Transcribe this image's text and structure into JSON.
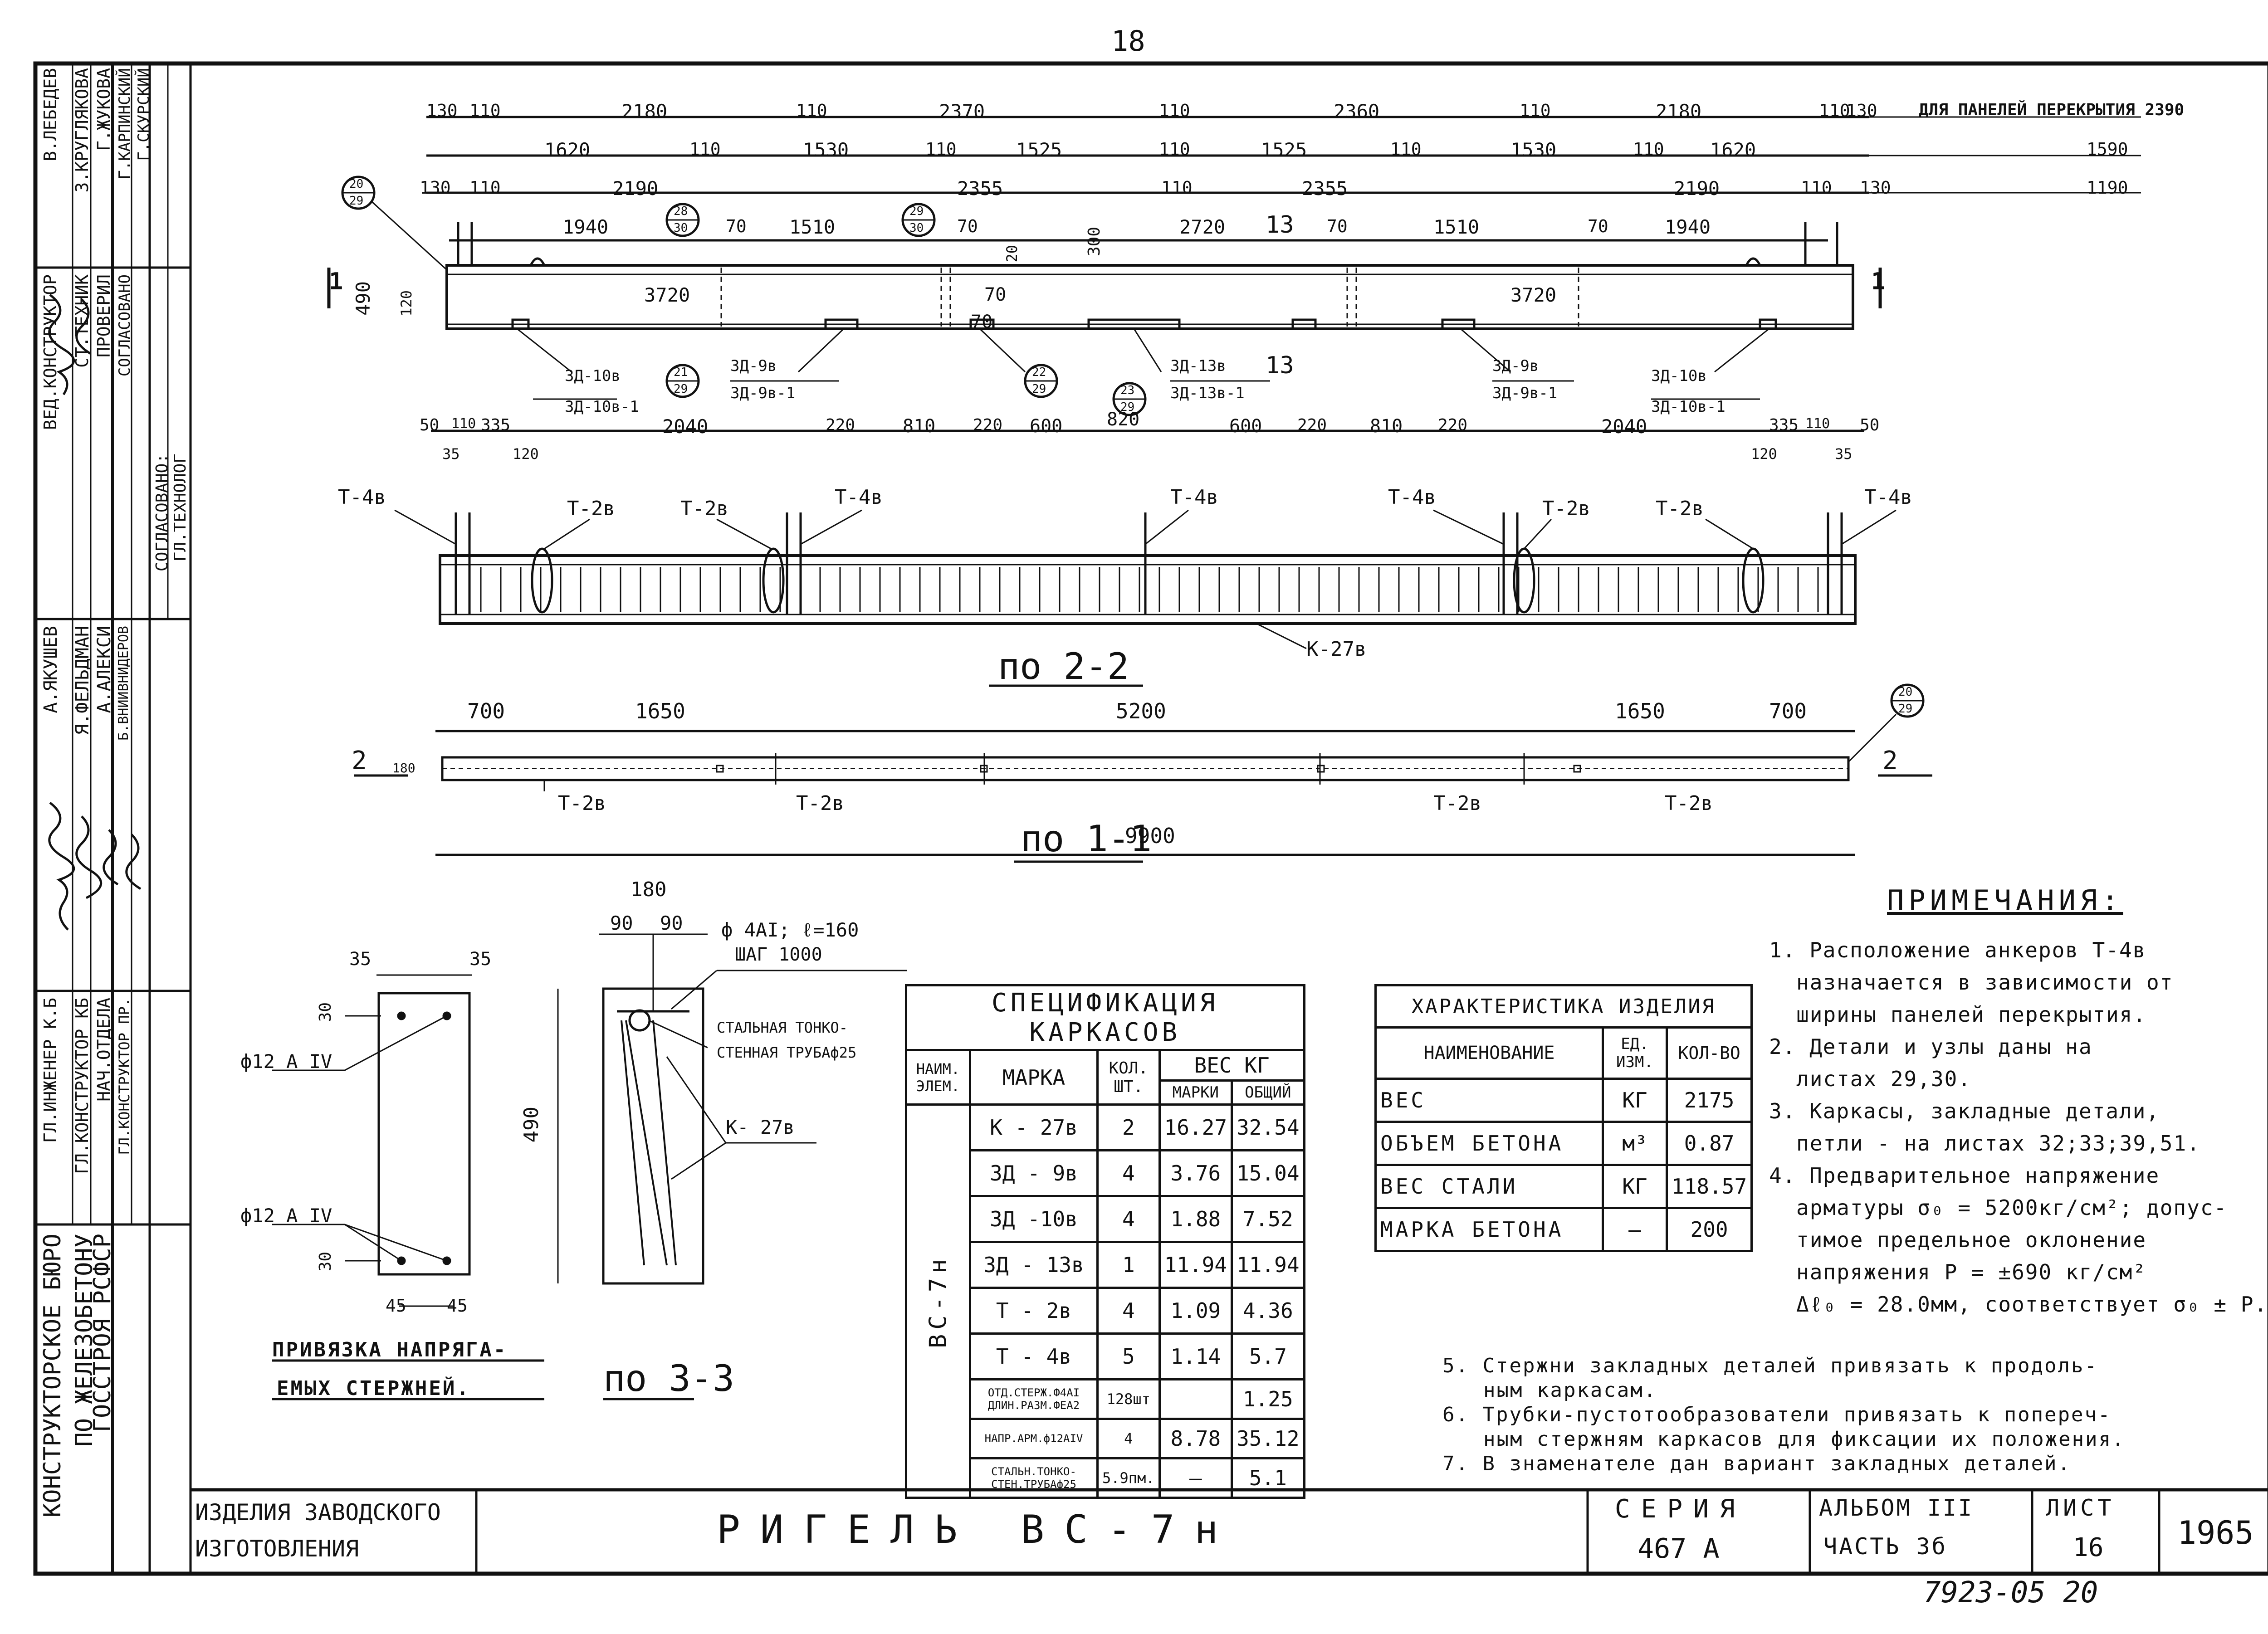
{
  "page_number": "18",
  "stamp_number": "7923-05 20",
  "left_strip": {
    "org": [
      "КОНСТРУКТОРСКОЕ БЮРО",
      "ПО ЖЕЛЕЗОБЕТОНУ",
      "ГОССТРОЯ РСФСР"
    ],
    "roles": [
      "ГЛ.ИНЖЕНЕР К.Б",
      "ГЛ.КОНСТРУКТОР КБ",
      "НАЧ.ОТДЕЛА",
      "ГЛ.КОНСТРУКТОР ПР."
    ],
    "names1": [
      "А.ЯКУШЕВ",
      "Я.ФЕЛЬДМАН",
      "А.АЛЕКСИ",
      "Б.ВНИИВНИДЕРОВ"
    ],
    "roles2": [
      "ВЕД.КОНСТРУКТОР",
      "СТ.ТЕХНИК",
      "ПРОВЕРИЛ",
      "СОГЛАСОВАНО"
    ],
    "names2": [
      "В.ЛЕБЕДЕВ",
      "З.КРУГЛЯКОВА",
      "Г.ЖУКОВА",
      "Г.КАРПИНСКИЙ",
      "Г.СКУРСКИЙ"
    ],
    "agreed": [
      "СОГЛАСОВАНО:",
      "ГЛ.ТЕХНОЛОГ"
    ]
  },
  "title_block": {
    "left": [
      "ИЗДЕЛИЯ ЗАВОДСКОГО",
      "ИЗГОТОВЛЕНИЯ"
    ],
    "title": "РИГЕЛЬ ВС-7н",
    "series_label": "СЕРИЯ",
    "series": "467 А",
    "album": "АЛЬБОМ III",
    "part": "ЧАСТЬ 3б",
    "sheet_label": "ЛИСТ",
    "sheet": "16",
    "year": "1965"
  },
  "elevation": {
    "top_dims_1": [
      "130",
      "110",
      "2180",
      "110",
      "2370",
      "110",
      "2360",
      "110",
      "2180",
      "110",
      "130"
    ],
    "note_2390": "ДЛЯ ПАНЕЛЕЙ ПЕРЕКРЫТИЯ 2390",
    "top_dims_2": [
      "1620",
      "110",
      "1530",
      "110",
      "1525",
      "110",
      "1525",
      "110",
      "1530",
      "110",
      "1620"
    ],
    "d1590": "1590",
    "top_dims_3": [
      "130",
      "110",
      "2190",
      "2355",
      "110",
      "2355",
      "2190",
      "110",
      "130"
    ],
    "d1190": "1190",
    "top_dims_4": [
      "1940",
      "70",
      "1510",
      "70",
      "2720",
      "13",
      "70",
      "1510",
      "70",
      "1940"
    ],
    "d300": "300",
    "d20": "20",
    "d490": "490",
    "d120": "120",
    "d3720": "3720",
    "d70": "70",
    "d70b": "70",
    "bubbles": [
      [
        "20",
        "29"
      ],
      [
        "28",
        "30"
      ],
      [
        "29",
        "30"
      ],
      [
        "21",
        "29"
      ],
      [
        "22",
        "29"
      ],
      [
        "23",
        "29"
      ]
    ],
    "parts": [
      "3Д-10в",
      "3Д-10в-1",
      "3Д-9в",
      "3Д-9в-1",
      "3Д-13в",
      "3Д-13в-1",
      "3Д-9в",
      "3Д-9в-1",
      "3Д-10в",
      "3Д-10в-1"
    ],
    "bot_dims": [
      "50",
      "110",
      "335",
      "2040",
      "220",
      "810",
      "220",
      "600",
      "820",
      "600",
      "220",
      "810",
      "220",
      "2040",
      "335",
      "110",
      "50"
    ],
    "bot_small": [
      "35",
      "120",
      "120",
      "35"
    ],
    "sec": "1",
    "mark13": "13"
  },
  "section22": {
    "labels": [
      "Т-4в",
      "Т-2в",
      "Т-2в",
      "Т-4в",
      "Т-4в",
      "Т-4в",
      "Т-2в",
      "Т-2в",
      "Т-4в"
    ],
    "k27": "К-27в",
    "caption": "по 2-2"
  },
  "plan11": {
    "dims": [
      "700",
      "1650",
      "5200",
      "1650",
      "700"
    ],
    "total": "9900",
    "d180": "180",
    "t2": [
      "Т-2в",
      "Т-2в",
      "Т-2в",
      "Т-2в"
    ],
    "cut": "2",
    "bubble": [
      "20",
      "29"
    ],
    "caption": "по 1-1"
  },
  "binding": {
    "d35a": "35",
    "d35b": "35",
    "d30a": "30",
    "d30b": "30",
    "d45a": "45",
    "d45b": "45",
    "bar1": "ф12 А IV",
    "bar2": "ф12 А IV",
    "caption": [
      "ПРИВЯЗКА НАПРЯГА-",
      "ЕМЫХ СТЕРЖНЕЙ."
    ]
  },
  "section33": {
    "d180": "180",
    "d90a": "90",
    "d90b": "90",
    "d490": "490",
    "note1": "ф 4АI; ℓ=160",
    "note2": "ШАГ 1000",
    "tube": [
      "СТАЛЬНАЯ ТОНКО-",
      "СТЕННАЯ ТРУБАф25"
    ],
    "k27": "К- 27в",
    "caption": "по 3-3"
  },
  "spec": {
    "title": "СПЕЦИФИКАЦИЯ КАРКАСОВ",
    "headers": {
      "name": "НАИМ. ЭЛЕМ.",
      "mark": "МАРКА",
      "qty": "КОЛ. ШТ.",
      "weight": "ВЕС КГ",
      "w_mark": "МАРКИ",
      "w_total": "ОБЩИЙ"
    },
    "element": "ВС-7н",
    "rows": [
      [
        "К - 27в",
        "2",
        "16.27",
        "32.54"
      ],
      [
        "3Д - 9в",
        "4",
        "3.76",
        "15.04"
      ],
      [
        "3Д -10в",
        "4",
        "1.88",
        "7.52"
      ],
      [
        "3Д - 13в",
        "1",
        "11.94",
        "11.94"
      ],
      [
        "Т - 2в",
        "4",
        "1.09",
        "4.36"
      ],
      [
        "Т - 4в",
        "5",
        "1.14",
        "5.7"
      ],
      [
        "ОТД.СТЕРЖ.Ф4АI ДЛИН.РАЗМ.ФЕА2",
        "128шт",
        "",
        "1.25"
      ],
      [
        "НАПР.АРМ.ф12АIV",
        "4",
        "8.78",
        "35.12"
      ],
      [
        "СТАЛЬН.ТОНКО-СТЕН.ТРУБАф25",
        "5.9пм.",
        "—",
        "5.1"
      ]
    ]
  },
  "char": {
    "title": "ХАРАКТЕРИСТИКА ИЗДЕЛИЯ",
    "headers": [
      "НАИМЕНОВАНИЕ",
      "ЕД. ИЗМ.",
      "КОЛ-ВО"
    ],
    "rows": [
      [
        "ВЕС",
        "КГ",
        "2175"
      ],
      [
        "ОБЪЕМ БЕТОНА",
        "м³",
        "0.87"
      ],
      [
        "ВЕС СТАЛИ",
        "КГ",
        "118.57"
      ],
      [
        "МАРКА БЕТОНА",
        "—",
        "200"
      ]
    ]
  },
  "notes": {
    "title": "ПРИМЕЧАНИЯ:",
    "items": [
      "1. Расположение анкеров Т-4в",
      "назначается в зависимости от",
      "ширины панелей перекрытия.",
      "2. Детали и узлы даны на",
      "листах 29,30.",
      "3. Каркасы, закладные детали,",
      "петли - на листах 32;33;39,51.",
      "4. Предварительное напряжение",
      "арматуры σ₀ = 5200кг/см²; допус-",
      "тимое предельное оклонение",
      "напряжения P = ±690 кг/см²",
      "Δℓ₀ = 28.0мм, соответствует σ₀ ± P."
    ],
    "wide": [
      "5. Стержни закладных деталей привязать к продоль-",
      "ным каркасам.",
      "6. Трубки-пустотообразователи привязать к попереч-",
      "ным стержням каркасов для фиксации их положения.",
      "7. В знаменателе дан вариант закладных деталей."
    ]
  }
}
